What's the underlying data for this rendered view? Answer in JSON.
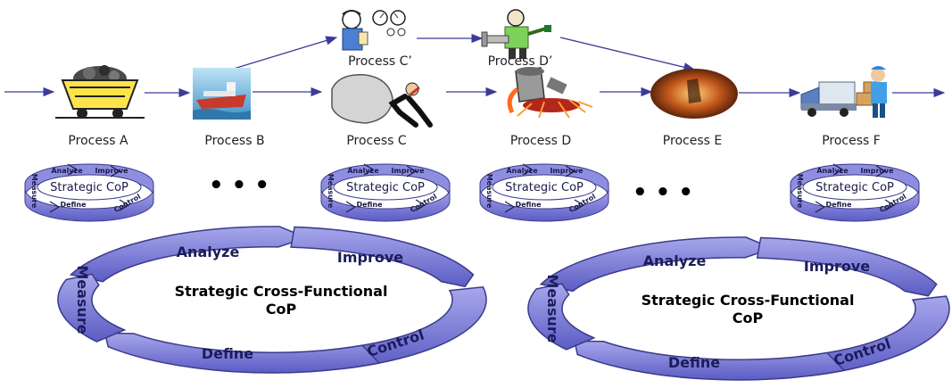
{
  "processes": [
    {
      "label": "Process A",
      "icon": "mine-cart-icon"
    },
    {
      "label": "Process B",
      "icon": "cargo-ship-icon"
    },
    {
      "label": "Process C",
      "icon": "pushing-rock-icon"
    },
    {
      "label": "Process D",
      "icon": "molten-metal-pour-icon"
    },
    {
      "label": "Process E",
      "icon": "furnace-glow-icon"
    },
    {
      "label": "Process F",
      "icon": "delivery-truck-icon"
    }
  ],
  "top_processes": [
    {
      "label": "Process C’",
      "icon": "clerk-with-gauges-icon"
    },
    {
      "label": "Process D’",
      "icon": "worker-with-pipe-icon"
    }
  ],
  "small_ring": {
    "analyze": "Analyze",
    "improve": "Improve",
    "measure": "Measure",
    "define": "Define",
    "control": "Control",
    "center": "Strategic CoP"
  },
  "big_ring": {
    "analyze": "Analyze",
    "improve": "Improve",
    "measure": "Measure",
    "define": "Define",
    "control": "Control",
    "center_line1": "Strategic Cross-Functional",
    "center_line2": "CoP"
  },
  "ellipsis": "• • •",
  "colors": {
    "ring_fill": "#7b7bd6",
    "ring_stroke": "#3a3a8a",
    "arrow": "#3b3b9b"
  }
}
